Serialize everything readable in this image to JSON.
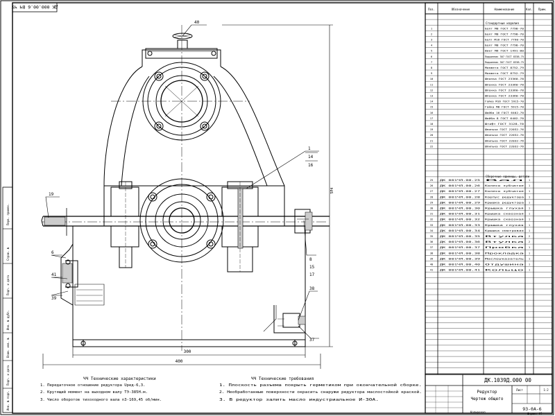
{
  "stamp_corner": "ДК 000.00.6 ВЧ ЧУ",
  "callouts": [
    "40",
    "1",
    "14",
    "16",
    "19",
    "6",
    "41",
    "39",
    "8",
    "15",
    "17",
    "38",
    "37"
  ],
  "dim_width": "400",
  "dim_base": "300",
  "dim_height": "5Р4",
  "notes_left": {
    "title": "ЧЧ Технические характеристики",
    "items": [
      "1. Передаточное отношение редуктора Uред-6,3.",
      "2. Крутящий момент на выходном валу ТЭ-385Н.м.",
      "3. Число оборотов тихоходного вала n3-169,45 об/мин."
    ]
  },
  "notes_right": {
    "title": "ЧЧ Технические требования",
    "items": [
      "1. Плоскость разъема покрыть герметиком при окончательной сборке.",
      "2. Необработанные поверхности окрасить снаружи редуктора маслостойкой краской.",
      "3. В редуктор залить масло индустриальное И-30А."
    ]
  },
  "spec_header": [
    "Поз.",
    "Обозначение",
    "Наименование",
    "Кол.",
    "Прим."
  ],
  "spec_section1": "Стандартные изделия",
  "spec_rows1": [
    {
      "pos": "1",
      "name": "Болт М8 ГОСТ 7798-70"
    },
    {
      "pos": "2",
      "name": "Болт М8 ГОСТ 7798-70"
    },
    {
      "pos": "3",
      "name": "Болт М16 ГОСТ 7798-70"
    },
    {
      "pos": "4",
      "name": "Болт М8 ГОСТ 7798-70"
    },
    {
      "pos": "5",
      "name": "Винт М6 ГОСТ 1491-80"
    },
    {
      "pos": "6",
      "name": "Подшипник 307 ГОСТ 8338-75"
    },
    {
      "pos": "7",
      "name": "Подшипник 307 ГОСТ 8338-75"
    },
    {
      "pos": "8",
      "name": "Манжета ГОСТ 8752-79"
    },
    {
      "pos": "9",
      "name": "Манжета ГОСТ 8752-79"
    },
    {
      "pos": "10",
      "name": "Шпонка ГОСТ 23360-78"
    },
    {
      "pos": "11",
      "name": "Шпонка ГОСТ 23360-78"
    },
    {
      "pos": "12",
      "name": "Шпонка ГОСТ 23360-78"
    },
    {
      "pos": "13",
      "name": "Шпонка ГОСТ 23360-78"
    },
    {
      "pos": "14",
      "name": "Гайка М16 ГОСТ 5915-70"
    },
    {
      "pos": "15",
      "name": "Гайка М8 ГОСТ 5915-70"
    },
    {
      "pos": "16",
      "name": "Шайба 16 ГОСТ 6402-70"
    },
    {
      "pos": "17",
      "name": "Шайба 8 ГОСТ 6402-70"
    },
    {
      "pos": "18",
      "name": "Штифт ГОСТ 3128-70"
    },
    {
      "pos": "19",
      "name": "Шпилька ГОСТ 22032-76"
    },
    {
      "pos": "20",
      "name": "Шпилька ГОСТ 22032-76"
    },
    {
      "pos": "21",
      "name": "Шпилька ГОСТ 22032-76"
    },
    {
      "pos": "22",
      "name": "Шпилька ГОСТ 22032-76"
    }
  ],
  "spec_section2": "Сборочные единицы, детали",
  "spec_rows2": [
    {
      "pos": "25",
      "code": "ДК 001ЧЛ.00.25",
      "name": "Вал",
      "qty": "1"
    },
    {
      "pos": "26",
      "code": "ДК 001ЧЛ.00.26",
      "name": "Колесо зубчатое",
      "qty": "1"
    },
    {
      "pos": "27",
      "code": "ДК 001ЧЛ.00.27",
      "name": "Колесо зубчатое",
      "qty": "1"
    },
    {
      "pos": "28",
      "code": "ДК 001ЧЛ.00.28",
      "name": "Корпус редуктора",
      "qty": "1"
    },
    {
      "pos": "29",
      "code": "ДК 001ЧЛ.00.29",
      "name": "Крышка редуктора",
      "qty": "1"
    },
    {
      "pos": "30",
      "code": "ДК 001ЧЛ.00.30",
      "name": "Крышка глухая",
      "qty": "1"
    },
    {
      "pos": "31",
      "code": "ДК 001ЧЛ.00.31",
      "name": "Крышка сквозная",
      "qty": "1"
    },
    {
      "pos": "32",
      "code": "ДК 001ЧЛ.00.32",
      "name": "Крышка сквозная",
      "qty": "1"
    },
    {
      "pos": "33",
      "code": "ДК 001ЧЛ.00.33",
      "name": "Крышка глухая",
      "qty": "1"
    },
    {
      "pos": "34",
      "code": "ДК 001ЧЛ.00.34",
      "name": "Крышка смотровая",
      "qty": "1"
    },
    {
      "pos": "35",
      "code": "ДК 001ЧЛ.00.35",
      "name": "Втулка",
      "qty": "2"
    },
    {
      "pos": "36",
      "code": "ДК 001ЧЛ.00.36",
      "name": "Втулка",
      "qty": "2"
    },
    {
      "pos": "37",
      "code": "ДК 001ЧЛ.00.37",
      "name": "Пробка",
      "qty": "1"
    },
    {
      "pos": "38",
      "code": "ДК 001ЧЛ.00.38",
      "name": "Прокладка",
      "qty": "1"
    },
    {
      "pos": "39",
      "code": "ДК 001ЧЛ.00.39",
      "name": "Маслоуказатель",
      "qty": "1"
    },
    {
      "pos": "40",
      "code": "ДК 001ЧЛ.00.40",
      "name": "Отдушина",
      "qty": "1"
    },
    {
      "pos": "41",
      "code": "ДК 001ЧЛ.00.41",
      "name": "Кольцо",
      "qty": "1"
    }
  ],
  "title_block": {
    "doc_code": "ДК.1039Д.000 00",
    "name_line1": "Редуктор",
    "name_line2": "Чертеж общего",
    "group": "93-0А-6",
    "sheet": "Лист",
    "scale": "1:2",
    "format": "Формат А1",
    "copied": "Копировал"
  },
  "left_strip": [
    "Перв. примен.",
    "Справ. №",
    "Подп. и дата",
    "Инв. № дубл.",
    "Взам. инв. №",
    "Подп. и дата",
    "Инв. № подл."
  ]
}
